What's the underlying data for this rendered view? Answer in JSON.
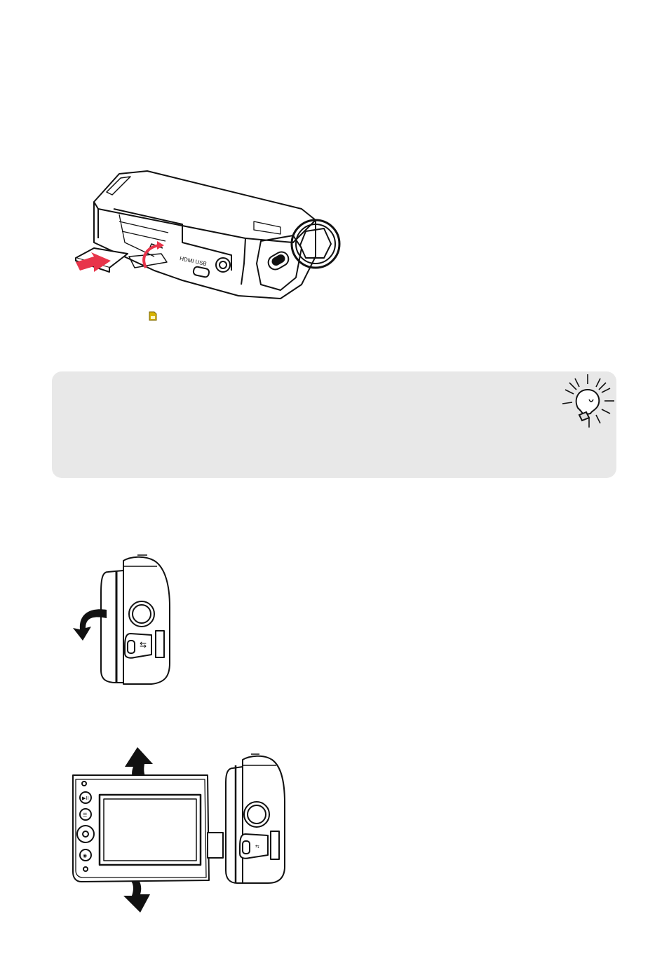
{
  "figures": {
    "camera_card_insert": {
      "icon": "camcorder-sd-card-insert-illustration",
      "accent_color": "#e8344a"
    },
    "sd_card_indicator": {
      "icon": "sd-card-icon",
      "color": "#d8b400"
    },
    "side_lcd_open": {
      "icon": "camcorder-side-lcd-open-illustration"
    },
    "lcd_rotate": {
      "icon": "camcorder-lcd-rotate-illustration"
    }
  },
  "tip": {
    "icon": "lightbulb-icon",
    "background": "#e8e8e8"
  }
}
